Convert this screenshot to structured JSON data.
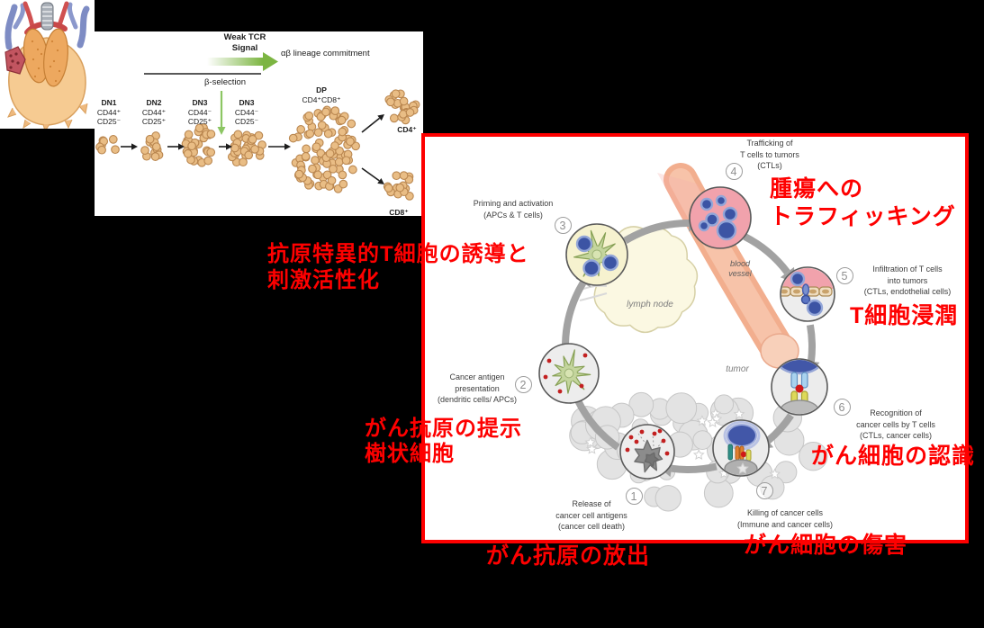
{
  "colors": {
    "accent_red": "#fe0000",
    "cycle_arrow_gray": "#a2a2a2",
    "green_arrow": "#7cb542",
    "cell_tan": "#e9bd85",
    "t_cell_blue": "#3c54a4",
    "dendritic_green": "#c4d59d",
    "lymph_node_fill": "#fbf8e2",
    "vessel_salmon": "#f2ae8e",
    "step4_pink": "#f1a2ac"
  },
  "dev_panel": {
    "weak_tcr_line1": "Weak TCR",
    "weak_tcr_line2": "Signal",
    "lineage_commitment": "αβ lineage commitment",
    "beta_selection": "β-selection",
    "stages": [
      {
        "name": "DN1",
        "marker1": "CD44⁺",
        "marker2": "CD25⁻",
        "cells": 7
      },
      {
        "name": "DN2",
        "marker1": "CD44⁺",
        "marker2": "CD25⁺",
        "cells": 13
      },
      {
        "name": "DN3",
        "marker1": "CD44⁻",
        "marker2": "CD25⁺",
        "cells": 30
      },
      {
        "name": "DN3",
        "marker1": "CD44⁻",
        "marker2": "CD25⁻",
        "cells": 32
      }
    ],
    "dp_name": "DP",
    "dp_markers": "CD4⁺CD8⁺",
    "dp_cells": 90,
    "cd4_label": "CD4⁺",
    "cd4_cells": 22,
    "cd8_label": "CD8⁺",
    "cd8_cells": 16
  },
  "cycle_panel": {
    "steps": [
      {
        "num": "1",
        "lines": [
          "Release of",
          "cancer cell antigens",
          "(cancer cell death)"
        ]
      },
      {
        "num": "2",
        "lines": [
          "Cancer antigen",
          "presentation",
          "(dendritic cells/ APCs)"
        ]
      },
      {
        "num": "3",
        "lines": [
          "Priming and activation",
          "(APCs & T cells)"
        ]
      },
      {
        "num": "4",
        "lines": [
          "Trafficking of",
          "T cells to tumors",
          "(CTLs)"
        ]
      },
      {
        "num": "5",
        "lines": [
          "Infiltration of T cells",
          "into tumors",
          "(CTLs, endothelial cells)"
        ]
      },
      {
        "num": "6",
        "lines": [
          "Recognition of",
          "cancer cells by T cells",
          "(CTLs, cancer cells)"
        ]
      },
      {
        "num": "7",
        "lines": [
          "Killing of cancer cells",
          "(Immune and cancer cells)"
        ]
      }
    ],
    "organ_labels": {
      "lymph_node": "lymph node",
      "blood_vessel_line1": "blood",
      "blood_vessel_line2": "vessel",
      "tumor": "tumor"
    }
  },
  "annotations_jp": {
    "induction_line1": "抗原特異的T細胞の誘導と",
    "induction_line2": "刺激活性化",
    "presentation_line1": "がん抗原の提示",
    "presentation_line2": "樹状細胞",
    "release": "がん抗原の放出",
    "trafficking_line1": "腫瘍への",
    "trafficking_line2": "トラフィッキング",
    "infiltration": "T細胞浸潤",
    "recognition": "がん細胞の認識",
    "killing": "がん細胞の傷害"
  }
}
